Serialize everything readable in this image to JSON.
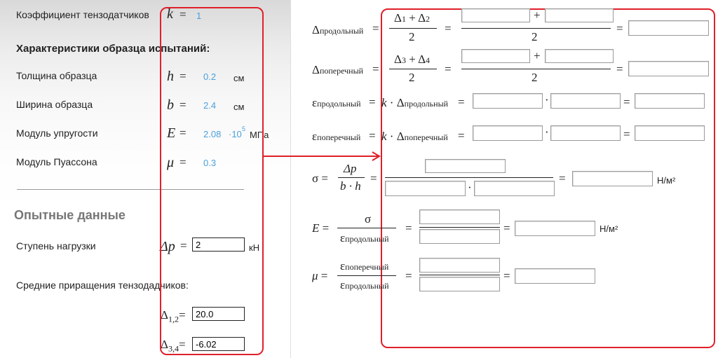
{
  "params": {
    "gauge_factor": {
      "label": "Коэффициент тензодатчиков",
      "symbol": "k",
      "eq": "=",
      "value": "1"
    },
    "sample_heading": "Характеристики образца испытаний:",
    "thickness": {
      "label": "Толщина образца",
      "symbol": "h",
      "eq": "=",
      "value": "0.2",
      "unit": "см"
    },
    "width": {
      "label": "Ширина образца",
      "symbol": "b",
      "eq": "=",
      "value": "2.4",
      "unit": "см"
    },
    "modulus": {
      "label": "Модуль упругости",
      "symbol": "E",
      "eq": "=",
      "value": "2.08",
      "mult": "·10",
      "exp": "5",
      "unit": "МПа"
    },
    "poisson": {
      "label": "Модуль Пуассона",
      "symbol": "μ",
      "eq": "=",
      "value": "0.3"
    }
  },
  "experiment": {
    "heading": "Опытные данные",
    "load_step": {
      "label": "Ступень нагрузки",
      "symbol": "Δp",
      "eq": "=",
      "value": "2",
      "unit": "кН"
    },
    "increments_label": "Средние приращения тензодадчиков:",
    "d12": {
      "symbol": "Δ",
      "sub": "1,2",
      "eq": "=",
      "value": "20.0"
    },
    "d34": {
      "symbol": "Δ",
      "sub": "3,4",
      "eq": "=",
      "value": "-6.02"
    }
  },
  "formulas": {
    "delta": "Δ",
    "long_sub": "продольный",
    "trans_sub": "поперечный",
    "eq": "=",
    "plus": "+",
    "dot": "·",
    "two": "2",
    "d1": "1",
    "d2": "2",
    "d3": "3",
    "d4": "4",
    "eps": "ε",
    "k": "k",
    "sigma": "σ",
    "dp": "Δp",
    "bh": "b · h",
    "E": "E",
    "mu": "μ",
    "unit_nm2": "Н/м²"
  },
  "colors": {
    "frame": "#e0202a",
    "value": "#4a9fdc",
    "heading": "#777777"
  }
}
